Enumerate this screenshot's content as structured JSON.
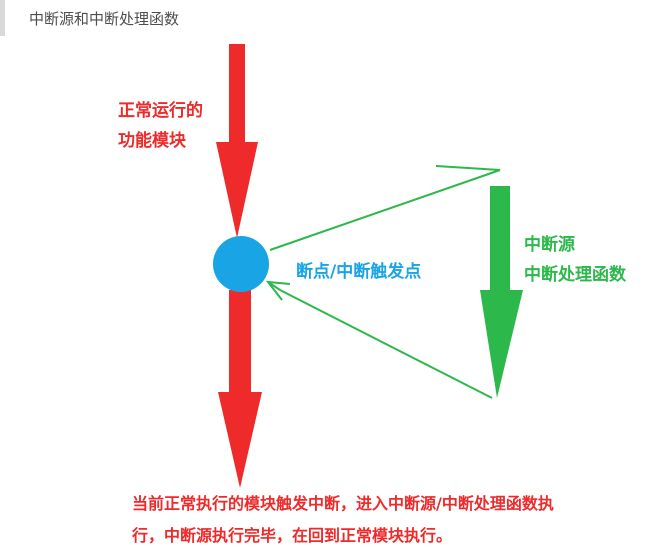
{
  "heading": {
    "title": "中断源和中断处理函数"
  },
  "labels": {
    "normal_line1": "正常运行的",
    "normal_line2": "功能模块",
    "breakpoint": "断点/中断触发点",
    "isr_line1": "中断源",
    "isr_line2": "中断处理函数",
    "desc_line1": "当前正常执行的模块触发中断，进入中断源/中断处理函数执",
    "desc_line2": "行，中断源执行完毕，在回到正常模块执行。"
  },
  "colors": {
    "red": "#ee2a2a",
    "green": "#2db84c",
    "blue": "#19a4e6"
  }
}
